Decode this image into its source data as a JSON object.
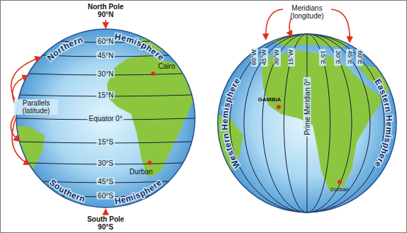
{
  "diagram": {
    "labels": [
      "North Pole",
      "90°N",
      "Northern Hemisphere",
      "60°N",
      "45°N",
      "30°N",
      "Cairo",
      "15°N",
      "Parallels (latitude)",
      "Equator 0°",
      "15°S",
      "30°S",
      "Durban",
      "45°S",
      "60°S",
      "Southern Hemisphere",
      "South Pole",
      "90°S",
      "Meridians (longitude)",
      "Western Hemisphere",
      "60°W",
      "45°W",
      "30°W",
      "15°W",
      "GAMBIA",
      "Prime Meridian 0°",
      "15°E",
      "30°E",
      "45°E",
      "60°E",
      "Durban",
      "Eastern Hemisphere"
    ]
  }
}
